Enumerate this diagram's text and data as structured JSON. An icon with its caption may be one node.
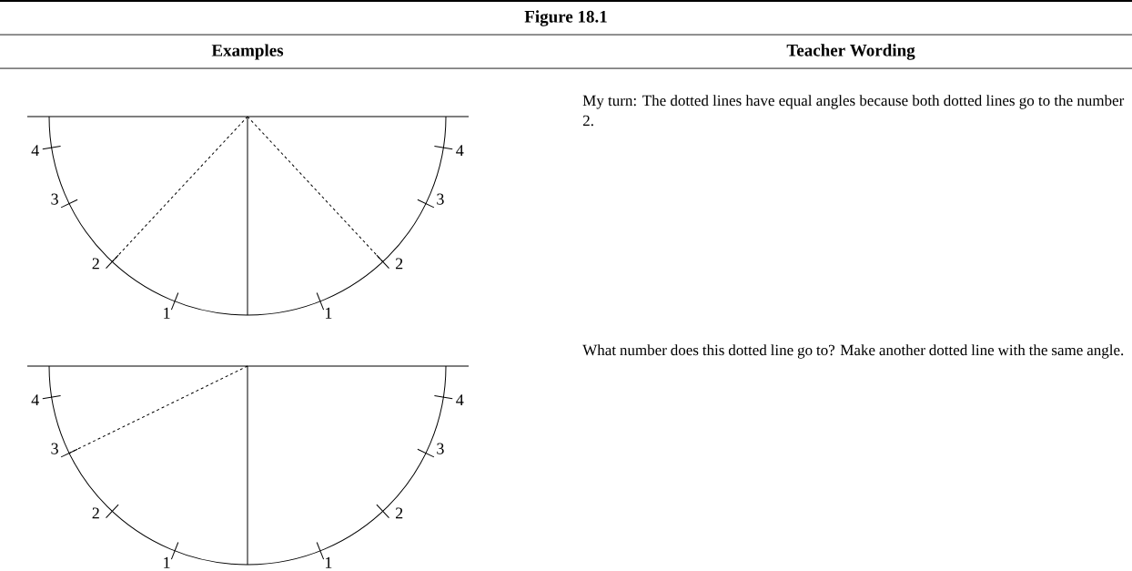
{
  "diagram": {
    "title": "Figure 18.1",
    "labels": [
      "Examples",
      "Teacher Wording",
      "4",
      "4",
      "3",
      "3",
      "2",
      "2",
      "1",
      "1",
      "My turn: The dotted lines have equal angles because both dotted lines go to the number 2.",
      "4",
      "4",
      "3",
      "3",
      "2",
      "2",
      "1",
      "1",
      "What number does this dotted line go to? Make another dotted line with the same angle."
    ]
  }
}
